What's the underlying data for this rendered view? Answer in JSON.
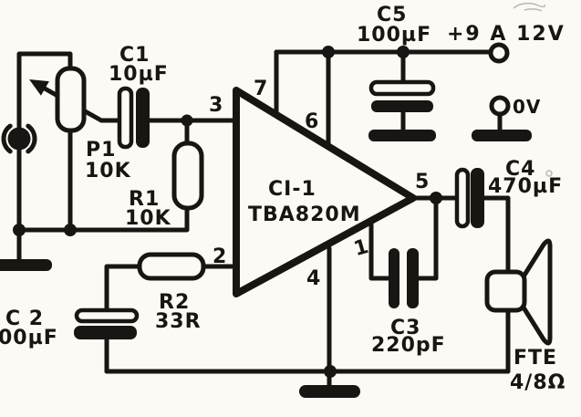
{
  "colors": {
    "ink": "#181512",
    "paper": "#fbfaf5"
  },
  "ic": {
    "ref": "CI-1",
    "part": "TBA820M"
  },
  "pins": {
    "p1": "1",
    "p2": "2",
    "p3": "3",
    "p4": "4",
    "p5": "5",
    "p6": "6",
    "p7": "7"
  },
  "components": {
    "p1": {
      "ref": "P1",
      "value": "10K"
    },
    "c1": {
      "ref": "C1",
      "value": "10µF"
    },
    "r1": {
      "ref": "R1",
      "value": "10K"
    },
    "r2": {
      "ref": "R2",
      "value": "33R"
    },
    "c2": {
      "ref": "C 2",
      "value": "00µF"
    },
    "c3": {
      "ref": "C3",
      "value": "220pF"
    },
    "c4": {
      "ref": "C4",
      "value": "470µF"
    },
    "c5": {
      "ref": "C5",
      "value": "100µF"
    },
    "speaker": {
      "ref": "FTE",
      "value": "4/8Ω"
    }
  },
  "terminals": {
    "supply": "+9 A 12V",
    "zero_volt": "0V"
  }
}
